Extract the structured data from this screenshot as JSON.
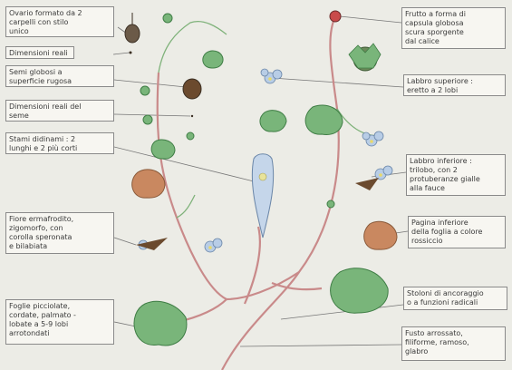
{
  "labels": {
    "ovario": "Ovario formato da 2\ncarpelli con stilo\nunico",
    "dimensioni_reali": "Dimensioni reali",
    "semi": "Semi globosi a\nsuperficie rugosa",
    "dimensioni_seme": "Dimensioni reali del\nseme",
    "stami": "Stami didinami : 2\nlunghi e 2 più corti",
    "fiore": "Fiore ermafrodito,\nzigomorfo, con\ncorolla speronata\ne bilabiata",
    "foglie": "Foglie picciolate,\ncordate, palmato -\nlobate a 5-9 lobi\narrotondati",
    "frutto": "Frutto a forma di\ncapsula globosa\nscura sporgente\ndal calice",
    "labbro_superiore": "Labbro superiore :\neretto a 2 lobi",
    "labbro_inferiore": "Labbro inferiore :\ntrilobo, con 2\nprotuberanze gialle\nalla fauce",
    "pagina_inferiore": "Pagina inferiore\ndella foglia a colore\nrossiccio",
    "stoloni": "Stoloni di ancoraggio\no a funzioni radicali",
    "fusto": "Fusto arrossato,\nfiliforme, ramoso,\nglabro"
  },
  "colors": {
    "stem": "#c98a8a",
    "leaf": "#79b57a",
    "leaf_dark": "#3f7d45",
    "leaf_under": "#c98860",
    "flower": "#b8cde6",
    "seed": "#6b4a2e"
  }
}
